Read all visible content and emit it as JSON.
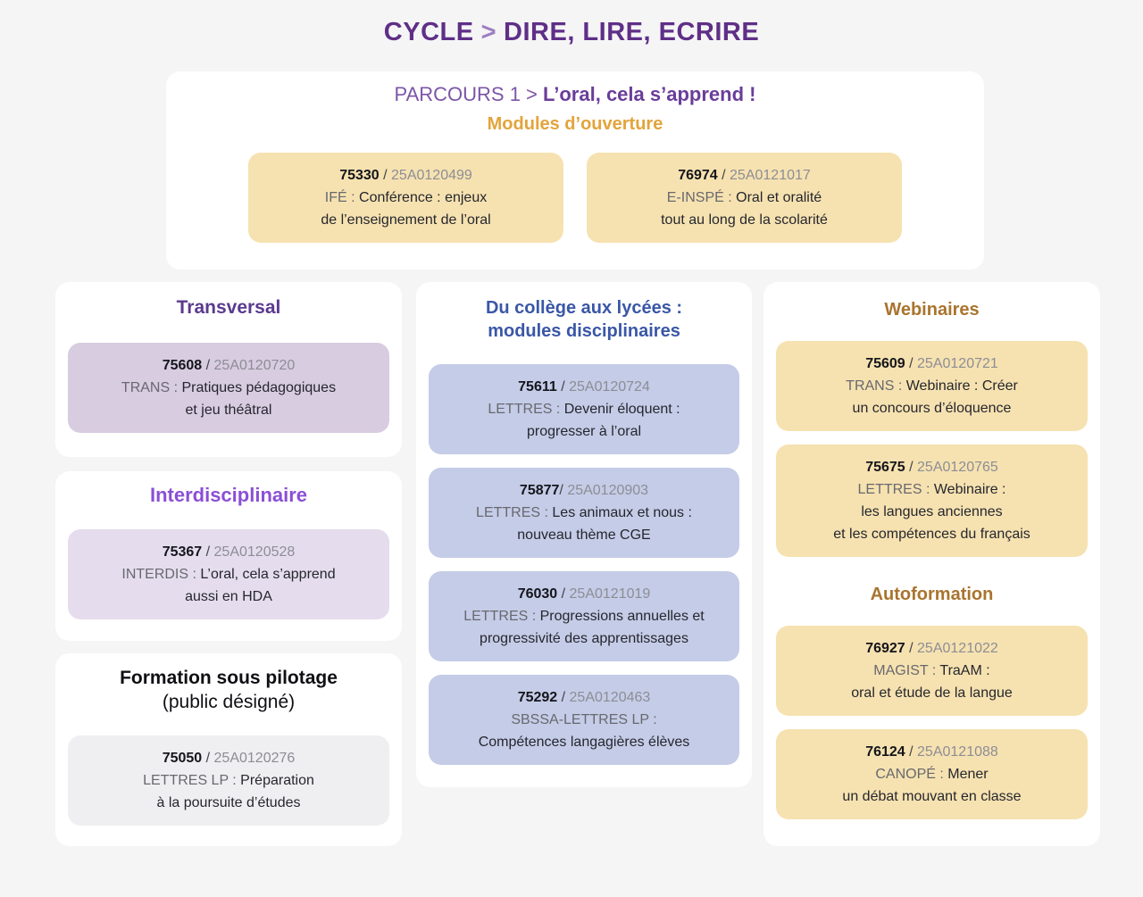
{
  "page_title": {
    "left": "CYCLE",
    "sep": ">",
    "right": "DIRE, LIRE, ECRIRE"
  },
  "colors": {
    "page_background": "#f5f5f6",
    "title_purple": "#5f2f87",
    "gold_accent": "#e2a43b",
    "blue_heading": "#3a57a7",
    "brown_heading": "#a9742e",
    "violet_heading": "#8b4fd6",
    "yellow_box": "#f6e2b0",
    "purple_box": "#d8cce1",
    "lilac_box": "#e5ddee",
    "gray_box": "#efeff1",
    "blue_box": "#c4cce7"
  },
  "opening_card": {
    "heading_prefix": "PARCOURS 1 > ",
    "heading_title": "L’oral, cela s’apprend !",
    "section_label": "Modules d’ouverture",
    "modules": [
      {
        "lines": [
          [
            {
              "t": "75330",
              "s": "num"
            },
            {
              "t": " / ",
              "s": "sep"
            },
            {
              "t": "25A0120499",
              "s": "code"
            }
          ],
          [
            {
              "t": "IFÉ : ",
              "s": "muted"
            },
            {
              "t": "Conférence : enjeux",
              "s": "dark"
            }
          ],
          [
            {
              "t": "de l’enseignement de l’oral",
              "s": "dark"
            }
          ]
        ]
      },
      {
        "lines": [
          [
            {
              "t": "76974",
              "s": "num"
            },
            {
              "t": " / ",
              "s": "sep"
            },
            {
              "t": "25A0121017",
              "s": "code"
            }
          ],
          [
            {
              "t": "E-INSPÉ : ",
              "s": "muted"
            },
            {
              "t": "Oral et oralité",
              "s": "dark"
            }
          ],
          [
            {
              "t": "tout au long de la scolarité",
              "s": "dark"
            }
          ]
        ]
      }
    ]
  },
  "transversal": {
    "heading": "Transversal",
    "module": {
      "lines": [
        [
          {
            "t": "75608",
            "s": "num"
          },
          {
            "t": " / ",
            "s": "sep"
          },
          {
            "t": "25A0120720",
            "s": "code"
          }
        ],
        [
          {
            "t": "TRANS : ",
            "s": "muted"
          },
          {
            "t": "Pratiques pédagogiques",
            "s": "dark"
          }
        ],
        [
          {
            "t": "et jeu théâtral",
            "s": "dark"
          }
        ]
      ]
    }
  },
  "interdisciplinaire": {
    "heading": "Interdisciplinaire",
    "module": {
      "lines": [
        [
          {
            "t": "75367",
            "s": "num"
          },
          {
            "t": " / ",
            "s": "sep"
          },
          {
            "t": "25A0120528",
            "s": "code"
          }
        ],
        [
          {
            "t": "INTERDIS : ",
            "s": "muted"
          },
          {
            "t": "L’oral, cela s’apprend",
            "s": "dark"
          }
        ],
        [
          {
            "t": "aussi en HDA",
            "s": "dark"
          }
        ]
      ]
    }
  },
  "pilotage": {
    "heading_bold": "Formation sous pilotage",
    "heading_regular": "(public désigné)",
    "module": {
      "lines": [
        [
          {
            "t": "75050",
            "s": "num"
          },
          {
            "t": " / ",
            "s": "sep"
          },
          {
            "t": "25A0120276",
            "s": "code"
          }
        ],
        [
          {
            "t": "LETTRES LP : ",
            "s": "muted"
          },
          {
            "t": "Préparation",
            "s": "dark"
          }
        ],
        [
          {
            "t": "à la poursuite d’études",
            "s": "dark"
          }
        ]
      ]
    }
  },
  "disciplinaires": {
    "heading_line1": "Du collège aux lycées :",
    "heading_line2": "modules disciplinaires",
    "modules": [
      {
        "lines": [
          [
            {
              "t": "75611",
              "s": "num"
            },
            {
              "t": " / ",
              "s": "sep"
            },
            {
              "t": "25A0120724",
              "s": "code"
            }
          ],
          [
            {
              "t": "LETTRES : ",
              "s": "muted"
            },
            {
              "t": "Devenir éloquent :",
              "s": "dark"
            }
          ],
          [
            {
              "t": "progresser à l’oral",
              "s": "dark"
            }
          ]
        ]
      },
      {
        "lines": [
          [
            {
              "t": "75877",
              "s": "num"
            },
            {
              "t": "/ ",
              "s": "sep"
            },
            {
              "t": "25A0120903",
              "s": "code"
            }
          ],
          [
            {
              "t": "LETTRES : ",
              "s": "muted"
            },
            {
              "t": "Les animaux et nous :",
              "s": "dark"
            }
          ],
          [
            {
              "t": "nouveau thème CGE",
              "s": "dark"
            }
          ]
        ]
      },
      {
        "lines": [
          [
            {
              "t": "76030",
              "s": "num"
            },
            {
              "t": " / ",
              "s": "sep"
            },
            {
              "t": "25A0121019",
              "s": "code"
            }
          ],
          [
            {
              "t": "LETTRES : ",
              "s": "muted"
            },
            {
              "t": "Progressions annuelles et",
              "s": "dark"
            }
          ],
          [
            {
              "t": "progressivité des apprentissages",
              "s": "dark"
            }
          ]
        ]
      },
      {
        "lines": [
          [
            {
              "t": "75292",
              "s": "num"
            },
            {
              "t": " / ",
              "s": "sep"
            },
            {
              "t": "25A0120463",
              "s": "code"
            }
          ],
          [
            {
              "t": "SBSSA-LETTRES LP :",
              "s": "muted"
            }
          ],
          [
            {
              "t": "Compétences langagières élèves",
              "s": "dark"
            }
          ]
        ]
      }
    ]
  },
  "webinaires": {
    "heading": "Webinaires",
    "modules": [
      {
        "lines": [
          [
            {
              "t": "75609",
              "s": "num"
            },
            {
              "t": " / ",
              "s": "sep"
            },
            {
              "t": "25A0120721",
              "s": "code"
            }
          ],
          [
            {
              "t": "TRANS : ",
              "s": "muted"
            },
            {
              "t": "Webinaire : Créer",
              "s": "dark"
            }
          ],
          [
            {
              "t": "un concours d’éloquence",
              "s": "dark"
            }
          ]
        ]
      },
      {
        "lines": [
          [
            {
              "t": "75675",
              "s": "num"
            },
            {
              "t": " / ",
              "s": "sep"
            },
            {
              "t": "25A0120765",
              "s": "code"
            }
          ],
          [
            {
              "t": "LETTRES : ",
              "s": "muted"
            },
            {
              "t": "Webinaire :",
              "s": "dark"
            }
          ],
          [
            {
              "t": "les langues anciennes",
              "s": "dark"
            }
          ],
          [
            {
              "t": "et les compétences du français",
              "s": "dark"
            }
          ]
        ]
      }
    ]
  },
  "autoformation": {
    "heading": "Autoformation",
    "modules": [
      {
        "lines": [
          [
            {
              "t": "76927",
              "s": "num"
            },
            {
              "t": " / ",
              "s": "sep"
            },
            {
              "t": "25A0121022",
              "s": "code"
            }
          ],
          [
            {
              "t": "MAGIST : ",
              "s": "muted"
            },
            {
              "t": "TraAM :",
              "s": "dark"
            }
          ],
          [
            {
              "t": "oral et étude de la langue",
              "s": "dark"
            }
          ]
        ]
      },
      {
        "lines": [
          [
            {
              "t": "76124",
              "s": "num"
            },
            {
              "t": " / ",
              "s": "sep"
            },
            {
              "t": "25A0121088",
              "s": "code"
            }
          ],
          [
            {
              "t": "CANOPÉ : ",
              "s": "muted"
            },
            {
              "t": "Mener",
              "s": "dark"
            }
          ],
          [
            {
              "t": "un débat mouvant en classe",
              "s": "dark"
            }
          ]
        ]
      }
    ]
  }
}
